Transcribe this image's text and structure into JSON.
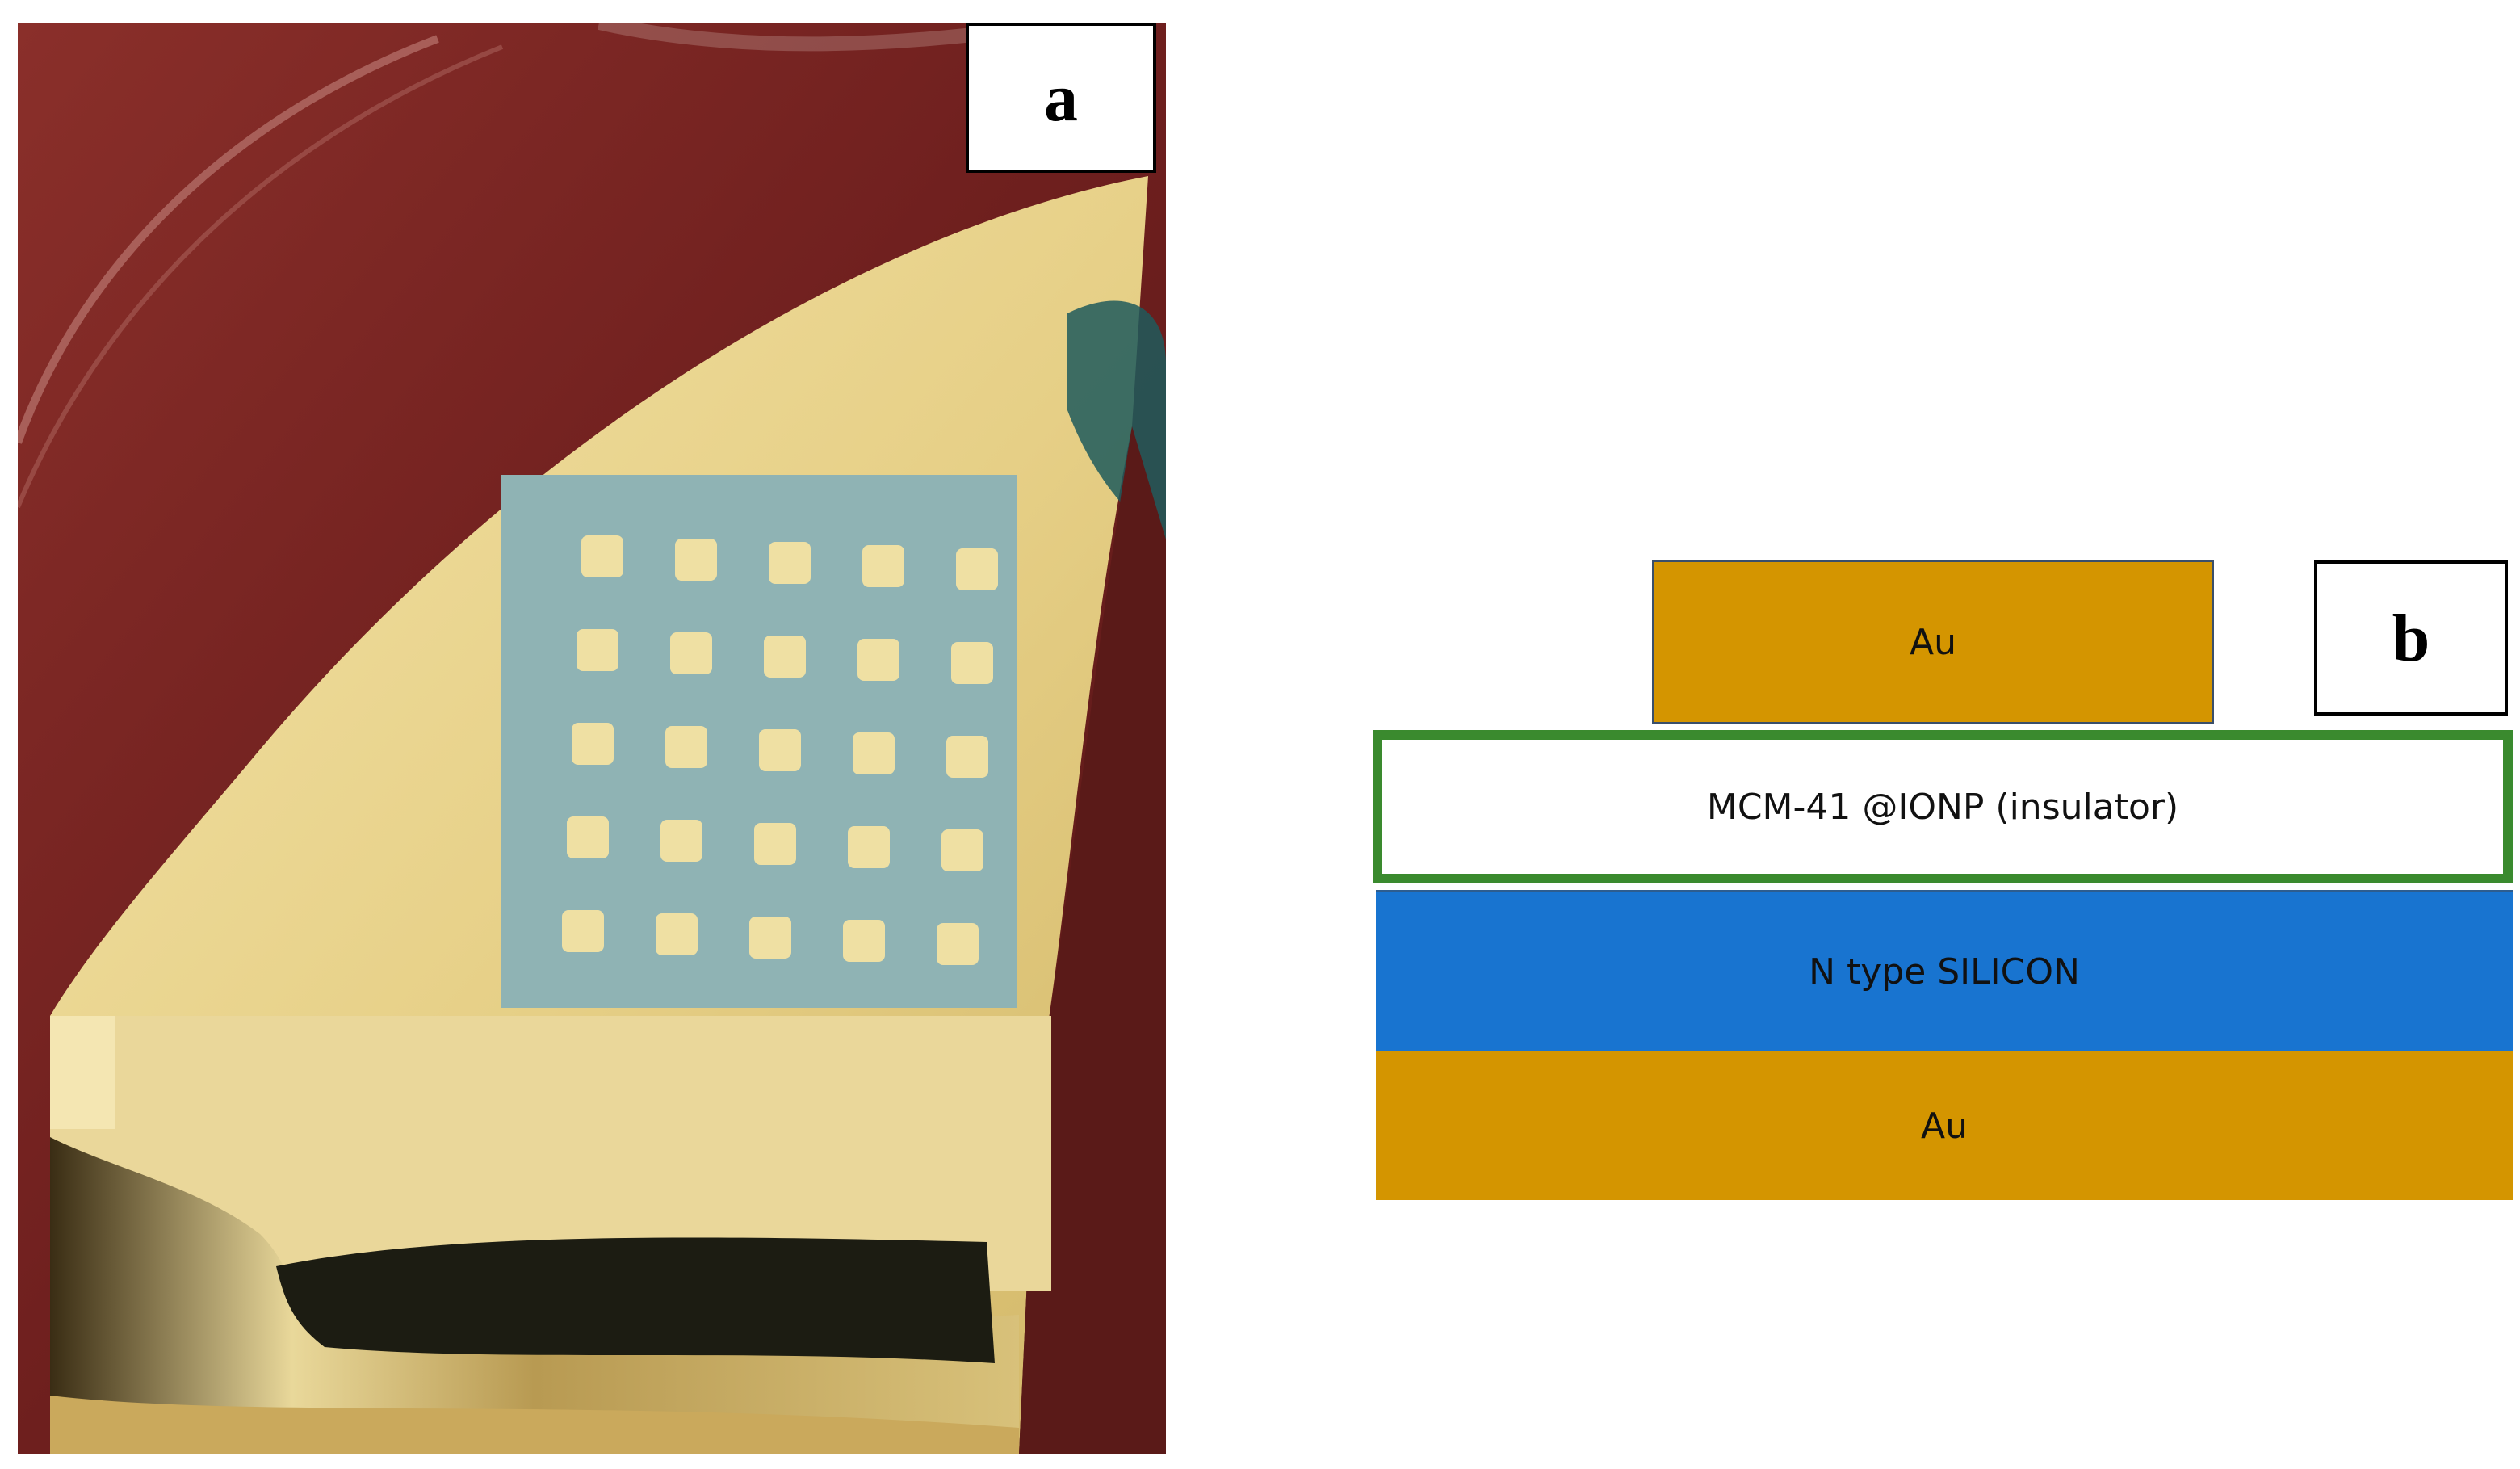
{
  "panels": {
    "a": {
      "label": "a"
    },
    "b": {
      "label": "b"
    }
  },
  "stack": {
    "top_electrode": {
      "label": "Au",
      "color": "#D49500"
    },
    "insulator": {
      "label": "MCM-41 @IONP (insulator)",
      "border_color": "#3A8A2E",
      "fill": "#ffffff"
    },
    "substrate": {
      "label": "N type SILICON",
      "color": "#1874D0"
    },
    "bottom_electrode": {
      "label": "Au",
      "color": "#D49500"
    }
  },
  "photo": {
    "pad_grid": {
      "rows": 5,
      "cols": 5
    },
    "colors": {
      "background": "#7a2a26",
      "gold": "#e8d38c",
      "mask": "#8fb3b4",
      "pad": "#efe0a3",
      "tape_dark": "#1c1c12"
    }
  }
}
